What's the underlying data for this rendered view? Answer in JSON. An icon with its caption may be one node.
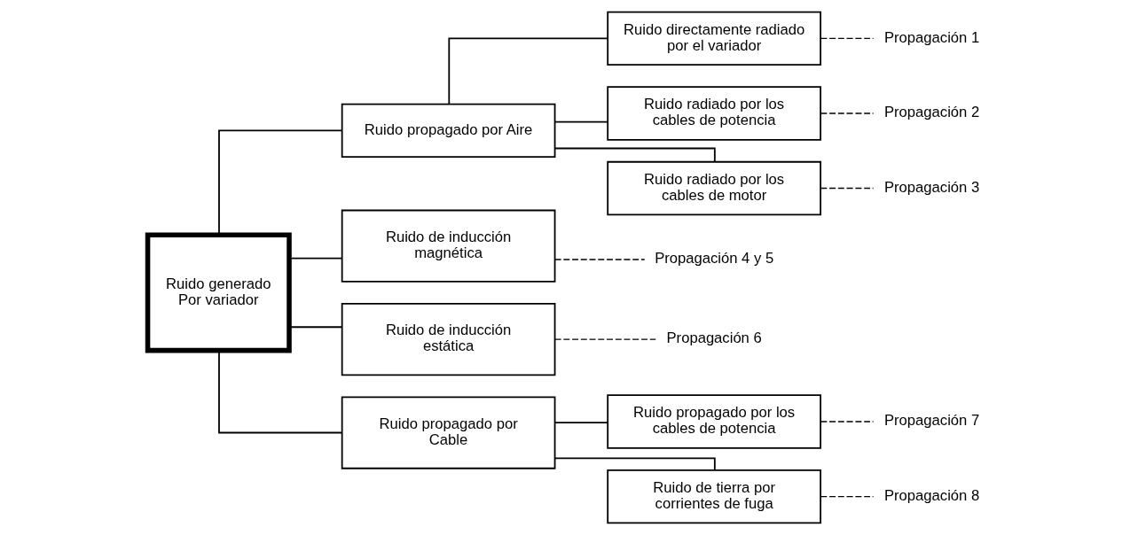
{
  "diagram": {
    "nodes": [
      {
        "text": [
          "Ruido generado Por variador"
        ]
      },
      {
        "text": [
          "Ruido propagado por Aire"
        ]
      },
      {
        "text": [
          "Ruido de inducción magnética"
        ]
      },
      {
        "text": [
          "Ruido de inducción estática"
        ]
      },
      {
        "text": [
          "Ruido propagado por Cable"
        ]
      },
      {
        "text": [
          "Ruido directamente radiado por el variador"
        ]
      },
      {
        "text": [
          "Ruido radiado por los cables de potencia"
        ]
      },
      {
        "text": [
          "Ruido radiado por los cables de motor"
        ]
      },
      {
        "text": [
          "Ruido propagado por los cables de potencia"
        ]
      },
      {
        "text": [
          "Ruido de tierra por corrientes de fuga"
        ]
      },
      {
        "text": [
          "Propagación 1"
        ]
      },
      {
        "text": [
          "Propagación 2"
        ]
      },
      {
        "text": [
          "Propagación 3"
        ]
      },
      {
        "text": [
          "Propagación 4 y 5"
        ]
      },
      {
        "text": [
          "Propagación 6"
        ]
      },
      {
        "text": [
          "Propagación 7"
        ]
      },
      {
        "text": [
          "Propagación 8"
        ]
      }
    ],
    "edges": [
      {
        "from": 0,
        "to": 1,
        "arrow": "none"
      },
      {
        "from": 0,
        "to": 2,
        "arrow": "none"
      },
      {
        "from": 0,
        "to": 3,
        "arrow": "none"
      },
      {
        "from": 0,
        "to": 4,
        "arrow": "none"
      },
      {
        "from": 1,
        "to": 5,
        "arrow": "none"
      },
      {
        "from": 1,
        "to": 6,
        "arrow": "none"
      },
      {
        "from": 1,
        "to": 7,
        "arrow": "none"
      },
      {
        "from": 4,
        "to": 8,
        "arrow": "none"
      },
      {
        "from": 4,
        "to": 9,
        "arrow": "none"
      },
      {
        "from": 5,
        "to": 10,
        "arrow": "none",
        "style": "dashed"
      },
      {
        "from": 6,
        "to": 11,
        "arrow": "none",
        "style": "dashed"
      },
      {
        "from": 7,
        "to": 12,
        "arrow": "none",
        "style": "dashed"
      },
      {
        "from": 2,
        "to": 13,
        "arrow": "none",
        "style": "dashed"
      },
      {
        "from": 3,
        "to": 14,
        "arrow": "none",
        "style": "dashed"
      },
      {
        "from": 8,
        "to": 15,
        "arrow": "none",
        "style": "dashed"
      },
      {
        "from": 9,
        "to": 16,
        "arrow": "none",
        "style": "dashed"
      }
    ]
  }
}
